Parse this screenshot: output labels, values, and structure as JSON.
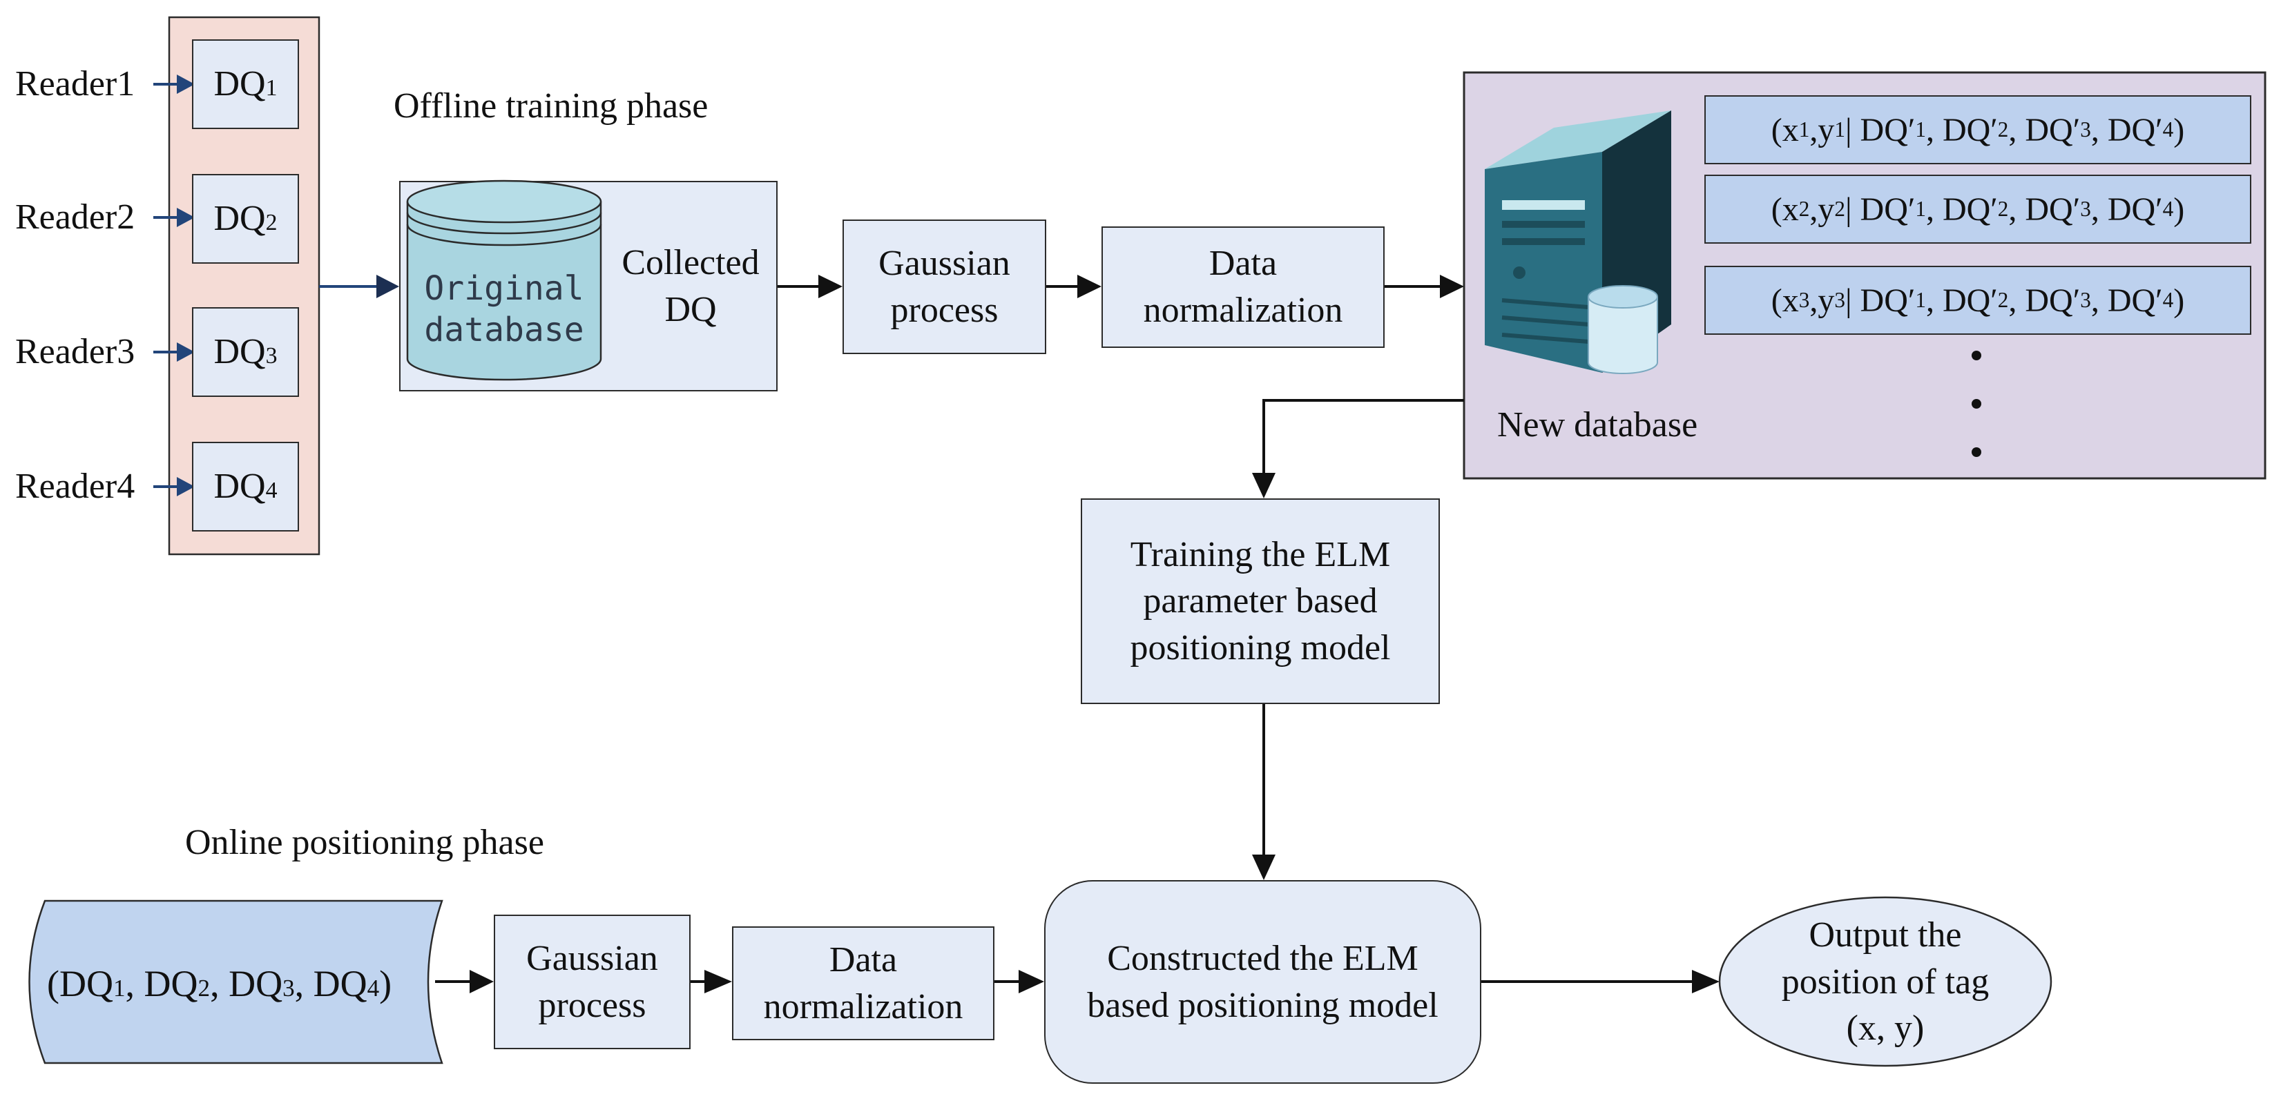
{
  "readers": [
    {
      "label": "Reader1",
      "dq": "DQ",
      "sub": "1"
    },
    {
      "label": "Reader2",
      "dq": "DQ",
      "sub": "2"
    },
    {
      "label": "Reader3",
      "dq": "DQ",
      "sub": "3"
    },
    {
      "label": "Reader4",
      "dq": "DQ",
      "sub": "4"
    }
  ],
  "offline": {
    "phase_label": "Offline training phase",
    "db_line1": "Original",
    "db_line2": "database",
    "collected_line1": "Collected",
    "collected_line2": "DQ",
    "gaussian_line1": "Gaussian",
    "gaussian_line2": "process",
    "norm_line1": "Data",
    "norm_line2": "normalization"
  },
  "new_database": {
    "label": "New database",
    "rows": [
      {
        "pre": "(x",
        "s1": "1",
        "mid": ",y",
        "s2": "1",
        "rest": "| DQ′",
        "a": "1",
        "b": "2",
        "c": "3",
        "d": "4"
      },
      {
        "pre": "(x",
        "s1": "2",
        "mid": ",y",
        "s2": "2",
        "rest": "| DQ′",
        "a": "1",
        "b": "2",
        "c": "3",
        "d": "4"
      },
      {
        "pre": "(x",
        "s1": "3",
        "mid": ",y",
        "s2": "3",
        "rest": "| DQ′",
        "a": "1",
        "b": "2",
        "c": "3",
        "d": "4"
      }
    ]
  },
  "training": {
    "line1": "Training the ELM",
    "line2": "parameter based",
    "line3": "positioning model"
  },
  "online": {
    "phase_label": "Online positioning phase",
    "input": {
      "dq": "DQ",
      "s1": "1",
      "s2": "2",
      "s3": "3",
      "s4": "4"
    },
    "gaussian_line1": "Gaussian",
    "gaussian_line2": "process",
    "norm_line1": "Data",
    "norm_line2": "normalization",
    "model_line1": "Constructed the ELM",
    "model_line2": "based positioning model",
    "output_line1": "Output the",
    "output_line2": "position of tag",
    "output_line3": "(x, y)"
  },
  "colors": {
    "reader_panel": "#f5dcd6",
    "light_box": "#e4ebf7",
    "row_box": "#bdd1ee",
    "db_panel": "#dcd4e6",
    "cylinder": "#a9d5e0",
    "server": "#2a6f82",
    "input_shape": "#c0d4ef",
    "reader_arrow": "#22457a"
  }
}
